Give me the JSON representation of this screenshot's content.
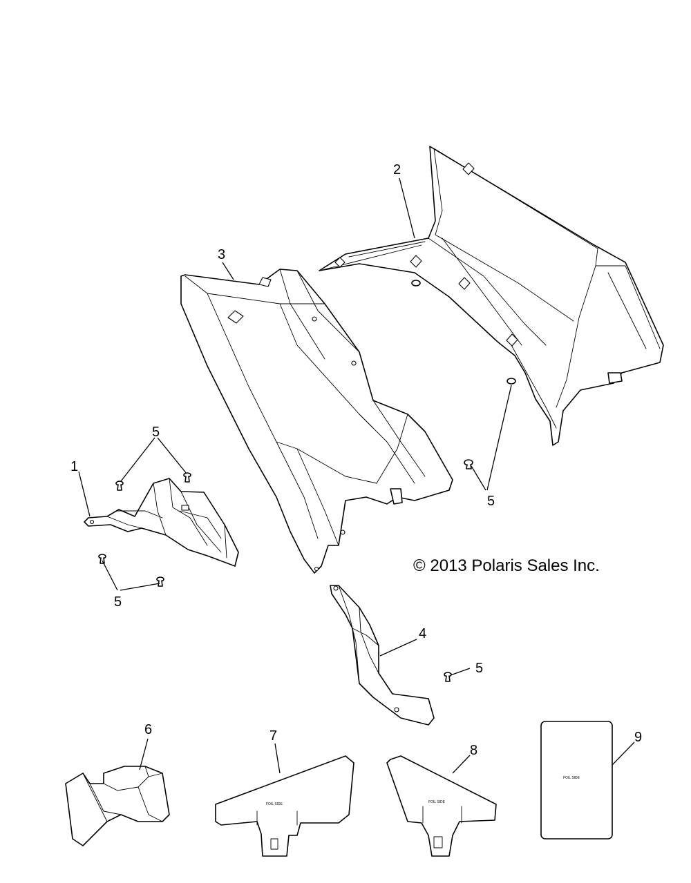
{
  "copyright": "© 2013 Polaris Sales Inc.",
  "callouts": {
    "p1": "1",
    "p2": "2",
    "p3": "3",
    "p4": "4",
    "p5a": "5",
    "p5b": "5",
    "p5c": "5",
    "p5d": "5",
    "p6": "6",
    "p7": "7",
    "p8": "8",
    "p9": "9"
  },
  "foil_labels": {
    "part7": "FOIL SIDE",
    "part8": "FOIL SIDE",
    "part9": "FOIL SIDE"
  }
}
